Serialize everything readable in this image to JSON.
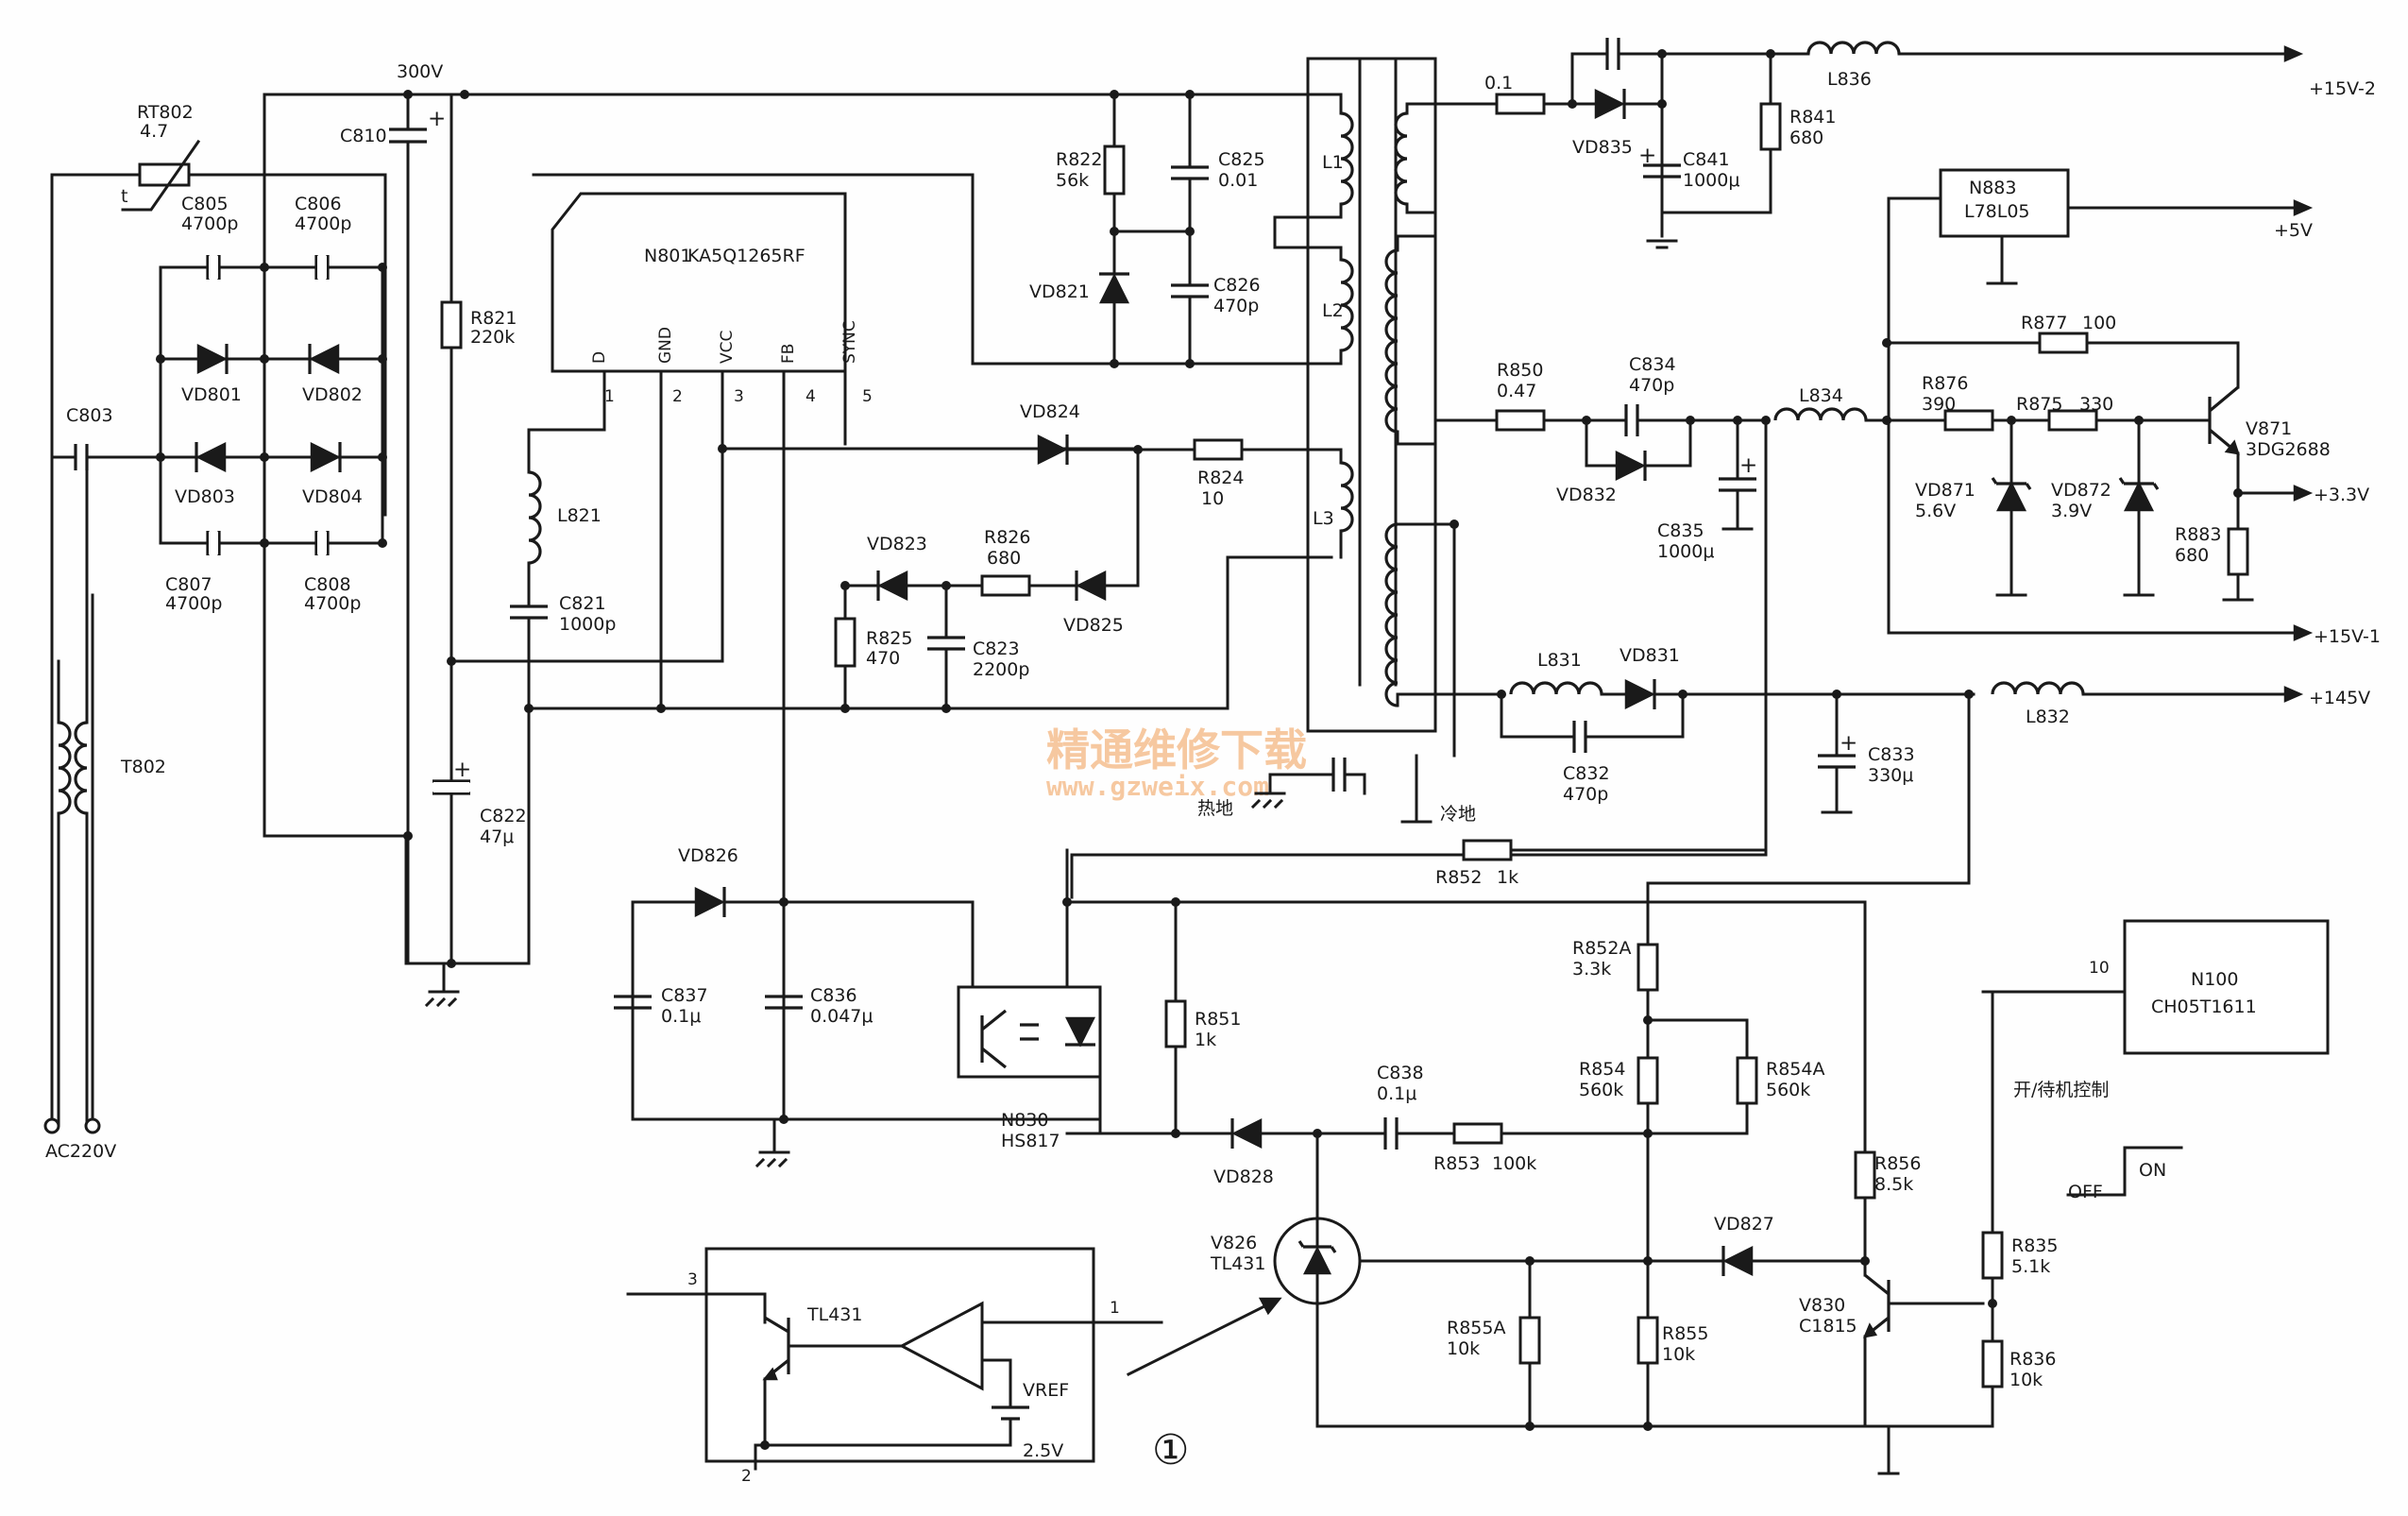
{
  "voltages": {
    "v300": "300V",
    "v15_2": "+15V-2",
    "v5": "+5V",
    "v33": "+3.3V",
    "v15_1": "+15V-1",
    "v145": "+145V"
  },
  "mains": {
    "input": "AC220V",
    "transformer": "T802"
  },
  "ic_main": {
    "ref": "N801",
    "part": "KA5Q1265RF",
    "pins": [
      "D",
      "GND",
      "VCC",
      "FB",
      "SYNC"
    ],
    "pin_numbers": [
      "1",
      "2",
      "3",
      "4",
      "5"
    ]
  },
  "regulator": {
    "ref": "N883",
    "part": "L78L05"
  },
  "mcu": {
    "ref": "N100",
    "part": "CH05T1611",
    "pin": "10"
  },
  "optocoupler": {
    "ref": "N830",
    "part": "HS817"
  },
  "tl431_inset": {
    "title": "TL431",
    "vref": "VREF",
    "vref_value": "2.5V",
    "pin1": "1",
    "pin2": "2",
    "pin3": "3",
    "marker": "①"
  },
  "grounds": {
    "hot": "热地",
    "cold": "冷地"
  },
  "standby": {
    "label": "开/待机控制",
    "off": "OFF",
    "on": "ON"
  },
  "watermark": {
    "cn": "精通维修下载",
    "url": "www.gzweix.com"
  },
  "parts": {
    "rt802": {
      "ref": "RT802",
      "value": "4.7",
      "t": "t"
    },
    "c810": {
      "ref": "C810"
    },
    "c805": {
      "ref": "C805",
      "value": "4700p"
    },
    "c806": {
      "ref": "C806",
      "value": "4700p"
    },
    "c807": {
      "ref": "C807",
      "value": "4700p"
    },
    "c808": {
      "ref": "C808",
      "value": "4700p"
    },
    "c803": {
      "ref": "C803"
    },
    "vd801": {
      "ref": "VD801"
    },
    "vd802": {
      "ref": "VD802"
    },
    "vd803": {
      "ref": "VD803"
    },
    "vd804": {
      "ref": "VD804"
    },
    "r821": {
      "ref": "R821",
      "value": "220k"
    },
    "c822": {
      "ref": "C822",
      "value": "47μ"
    },
    "l821": {
      "ref": "L821"
    },
    "c821": {
      "ref": "C821",
      "value": "1000p"
    },
    "r822": {
      "ref": "R822",
      "value": "56k"
    },
    "c825": {
      "ref": "C825",
      "value": "0.01"
    },
    "vd821": {
      "ref": "VD821"
    },
    "c826": {
      "ref": "C826",
      "value": "470p"
    },
    "vd824": {
      "ref": "VD824"
    },
    "r824": {
      "ref": "R824",
      "value": "10"
    },
    "vd823": {
      "ref": "VD823"
    },
    "r826": {
      "ref": "R826",
      "value": "680"
    },
    "vd825": {
      "ref": "VD825"
    },
    "r825": {
      "ref": "R825",
      "value": "470"
    },
    "c823": {
      "ref": "C823",
      "value": "2200p"
    },
    "l1": {
      "ref": "L1"
    },
    "l2": {
      "ref": "L2"
    },
    "l3": {
      "ref": "L3"
    },
    "r01": {
      "value": "0.1"
    },
    "vd835": {
      "ref": "VD835"
    },
    "c841": {
      "ref": "C841",
      "value": "1000μ"
    },
    "r841": {
      "ref": "R841",
      "value": "680"
    },
    "l836": {
      "ref": "L836"
    },
    "r850": {
      "ref": "R850",
      "value": "0.47"
    },
    "c834": {
      "ref": "C834",
      "value": "470p"
    },
    "vd832": {
      "ref": "VD832"
    },
    "c835": {
      "ref": "C835",
      "value": "1000μ"
    },
    "l834": {
      "ref": "L834"
    },
    "r877": {
      "ref": "R877",
      "value": "100"
    },
    "r876": {
      "ref": "R876",
      "value": "390"
    },
    "r875": {
      "ref": "R875",
      "value": "330"
    },
    "v871": {
      "ref": "V871",
      "value": "3DG2688"
    },
    "vd871": {
      "ref": "VD871",
      "value": "5.6V"
    },
    "vd872": {
      "ref": "VD872",
      "value": "3.9V"
    },
    "r883": {
      "ref": "R883",
      "value": "680"
    },
    "l831": {
      "ref": "L831"
    },
    "vd831": {
      "ref": "VD831"
    },
    "c832": {
      "ref": "C832",
      "value": "470p"
    },
    "c833": {
      "ref": "C833",
      "value": "330μ"
    },
    "l832": {
      "ref": "L832"
    },
    "r852": {
      "ref": "R852",
      "value": "1k"
    },
    "vd826": {
      "ref": "VD826"
    },
    "c837": {
      "ref": "C837",
      "value": "0.1μ"
    },
    "c836": {
      "ref": "C836",
      "value": "0.047μ"
    },
    "r851": {
      "ref": "R851",
      "value": "1k"
    },
    "vd828": {
      "ref": "VD828"
    },
    "c838": {
      "ref": "C838",
      "value": "0.1μ"
    },
    "r853": {
      "ref": "R853",
      "value": "100k"
    },
    "r852a": {
      "ref": "R852A",
      "value": "3.3k"
    },
    "r854": {
      "ref": "R854",
      "value": "560k"
    },
    "r854a": {
      "ref": "R854A",
      "value": "560k"
    },
    "v826": {
      "ref": "V826",
      "value": "TL431"
    },
    "r855a": {
      "ref": "R855A",
      "value": "10k"
    },
    "r855": {
      "ref": "R855",
      "value": "10k"
    },
    "vd827": {
      "ref": "VD827"
    },
    "r856": {
      "ref": "R856",
      "value": "8.5k"
    },
    "v830": {
      "ref": "V830",
      "value": "C1815"
    },
    "r835": {
      "ref": "R835",
      "value": "5.1k"
    },
    "r836": {
      "ref": "R836",
      "value": "10k"
    }
  }
}
